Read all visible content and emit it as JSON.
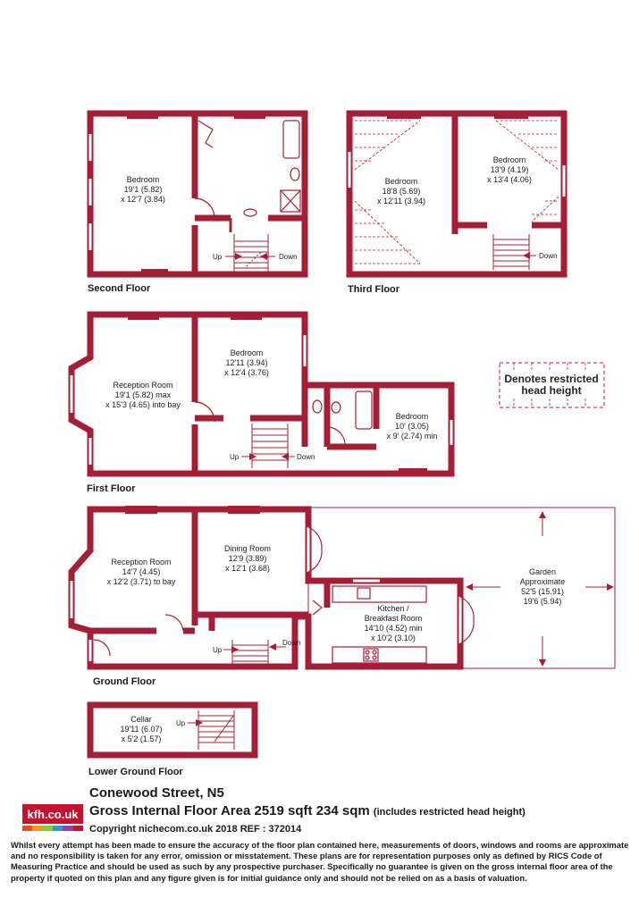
{
  "colors": {
    "wall": "#a51e36",
    "fixture": "#a51e36",
    "restricted": "#c4122f",
    "logo": "#c4122f"
  },
  "floors": {
    "second": {
      "label": "Second Floor",
      "rooms": [
        {
          "name": "Bedroom",
          "dim1": "19'1 (5.82)",
          "dim2": "x 12'7 (3.84)"
        }
      ],
      "stairs": {
        "up": "Up",
        "down": "Down"
      }
    },
    "third": {
      "label": "Third Floor",
      "rooms": [
        {
          "name": "Bedroom",
          "dim1": "18'8 (5.69)",
          "dim2": "x 12'11 (3.94)"
        },
        {
          "name": "Bedroom",
          "dim1": "13'9 (4.19)",
          "dim2": "x 13'4 (4.06)"
        }
      ],
      "stairs": {
        "down": "Down"
      }
    },
    "first": {
      "label": "First Floor",
      "rooms": [
        {
          "name": "Reception Room",
          "dim1": "19'1 (5.82) max",
          "dim2": "x 15'3 (4.65) into bay"
        },
        {
          "name": "Bedroom",
          "dim1": "12'11 (3.94)",
          "dim2": "x 12'4 (3.76)"
        },
        {
          "name": "Bedroom",
          "dim1": "10' (3.05)",
          "dim2": "x 9' (2.74) min"
        }
      ],
      "stairs": {
        "up": "Up",
        "down": "Down"
      }
    },
    "ground": {
      "label": "Ground Floor",
      "rooms": [
        {
          "name": "Reception Room",
          "dim1": "14'7 (4.45)",
          "dim2": "x 12'2 (3.71) to bay"
        },
        {
          "name": "Dining Room",
          "dim1": "12'9 (3.89)",
          "dim2": "x 12'1 (3.68)"
        },
        {
          "name": "Kitchen /",
          "dim1": "Breakfast Room",
          "dim2": "14'10 (4.52) min",
          "dim3": "x 10'2 (3.10)"
        },
        {
          "name": "Garden",
          "dim1": "Approximate",
          "dim2": "52'5 (15.91)",
          "dim3": "19'6 (5.94)"
        }
      ],
      "stairs": {
        "up": "Up",
        "down": "Down"
      }
    },
    "lower": {
      "label": "Lower Ground Floor",
      "rooms": [
        {
          "name": "Cellar",
          "dim1": "19'11 (6.07)",
          "dim2": "x 5'2 (1.57)"
        }
      ],
      "stairs": {
        "up": "Up"
      }
    }
  },
  "legend": {
    "line1": "Denotes restricted",
    "line2": "head height"
  },
  "footer": {
    "address": "Conewood Street, N5",
    "gia": "Gross Internal Floor Area 2519 sqft 234 sqm",
    "gia_note": "(includes restricted head height)",
    "copyright": "Copyright nichecom.co.uk 2018 REF : 372014",
    "logo": "kfh.co.uk",
    "disclaimer": "Whilst every attempt has been made to ensure the accuracy of the floor plan contained here, measurements of doors, windows and rooms are approximate and no responsibility is taken for any error, omission or misstatement.  These plans are for representation purposes only as defined by RICS Code of Measuring Practice and should be used as such by any prospective purchaser.  Specifically no guarantee is given on the gross internal floor area of the property if quoted on this plan and any figure given is for initial guidance only and should not be relied on as a basis of valuation."
  }
}
